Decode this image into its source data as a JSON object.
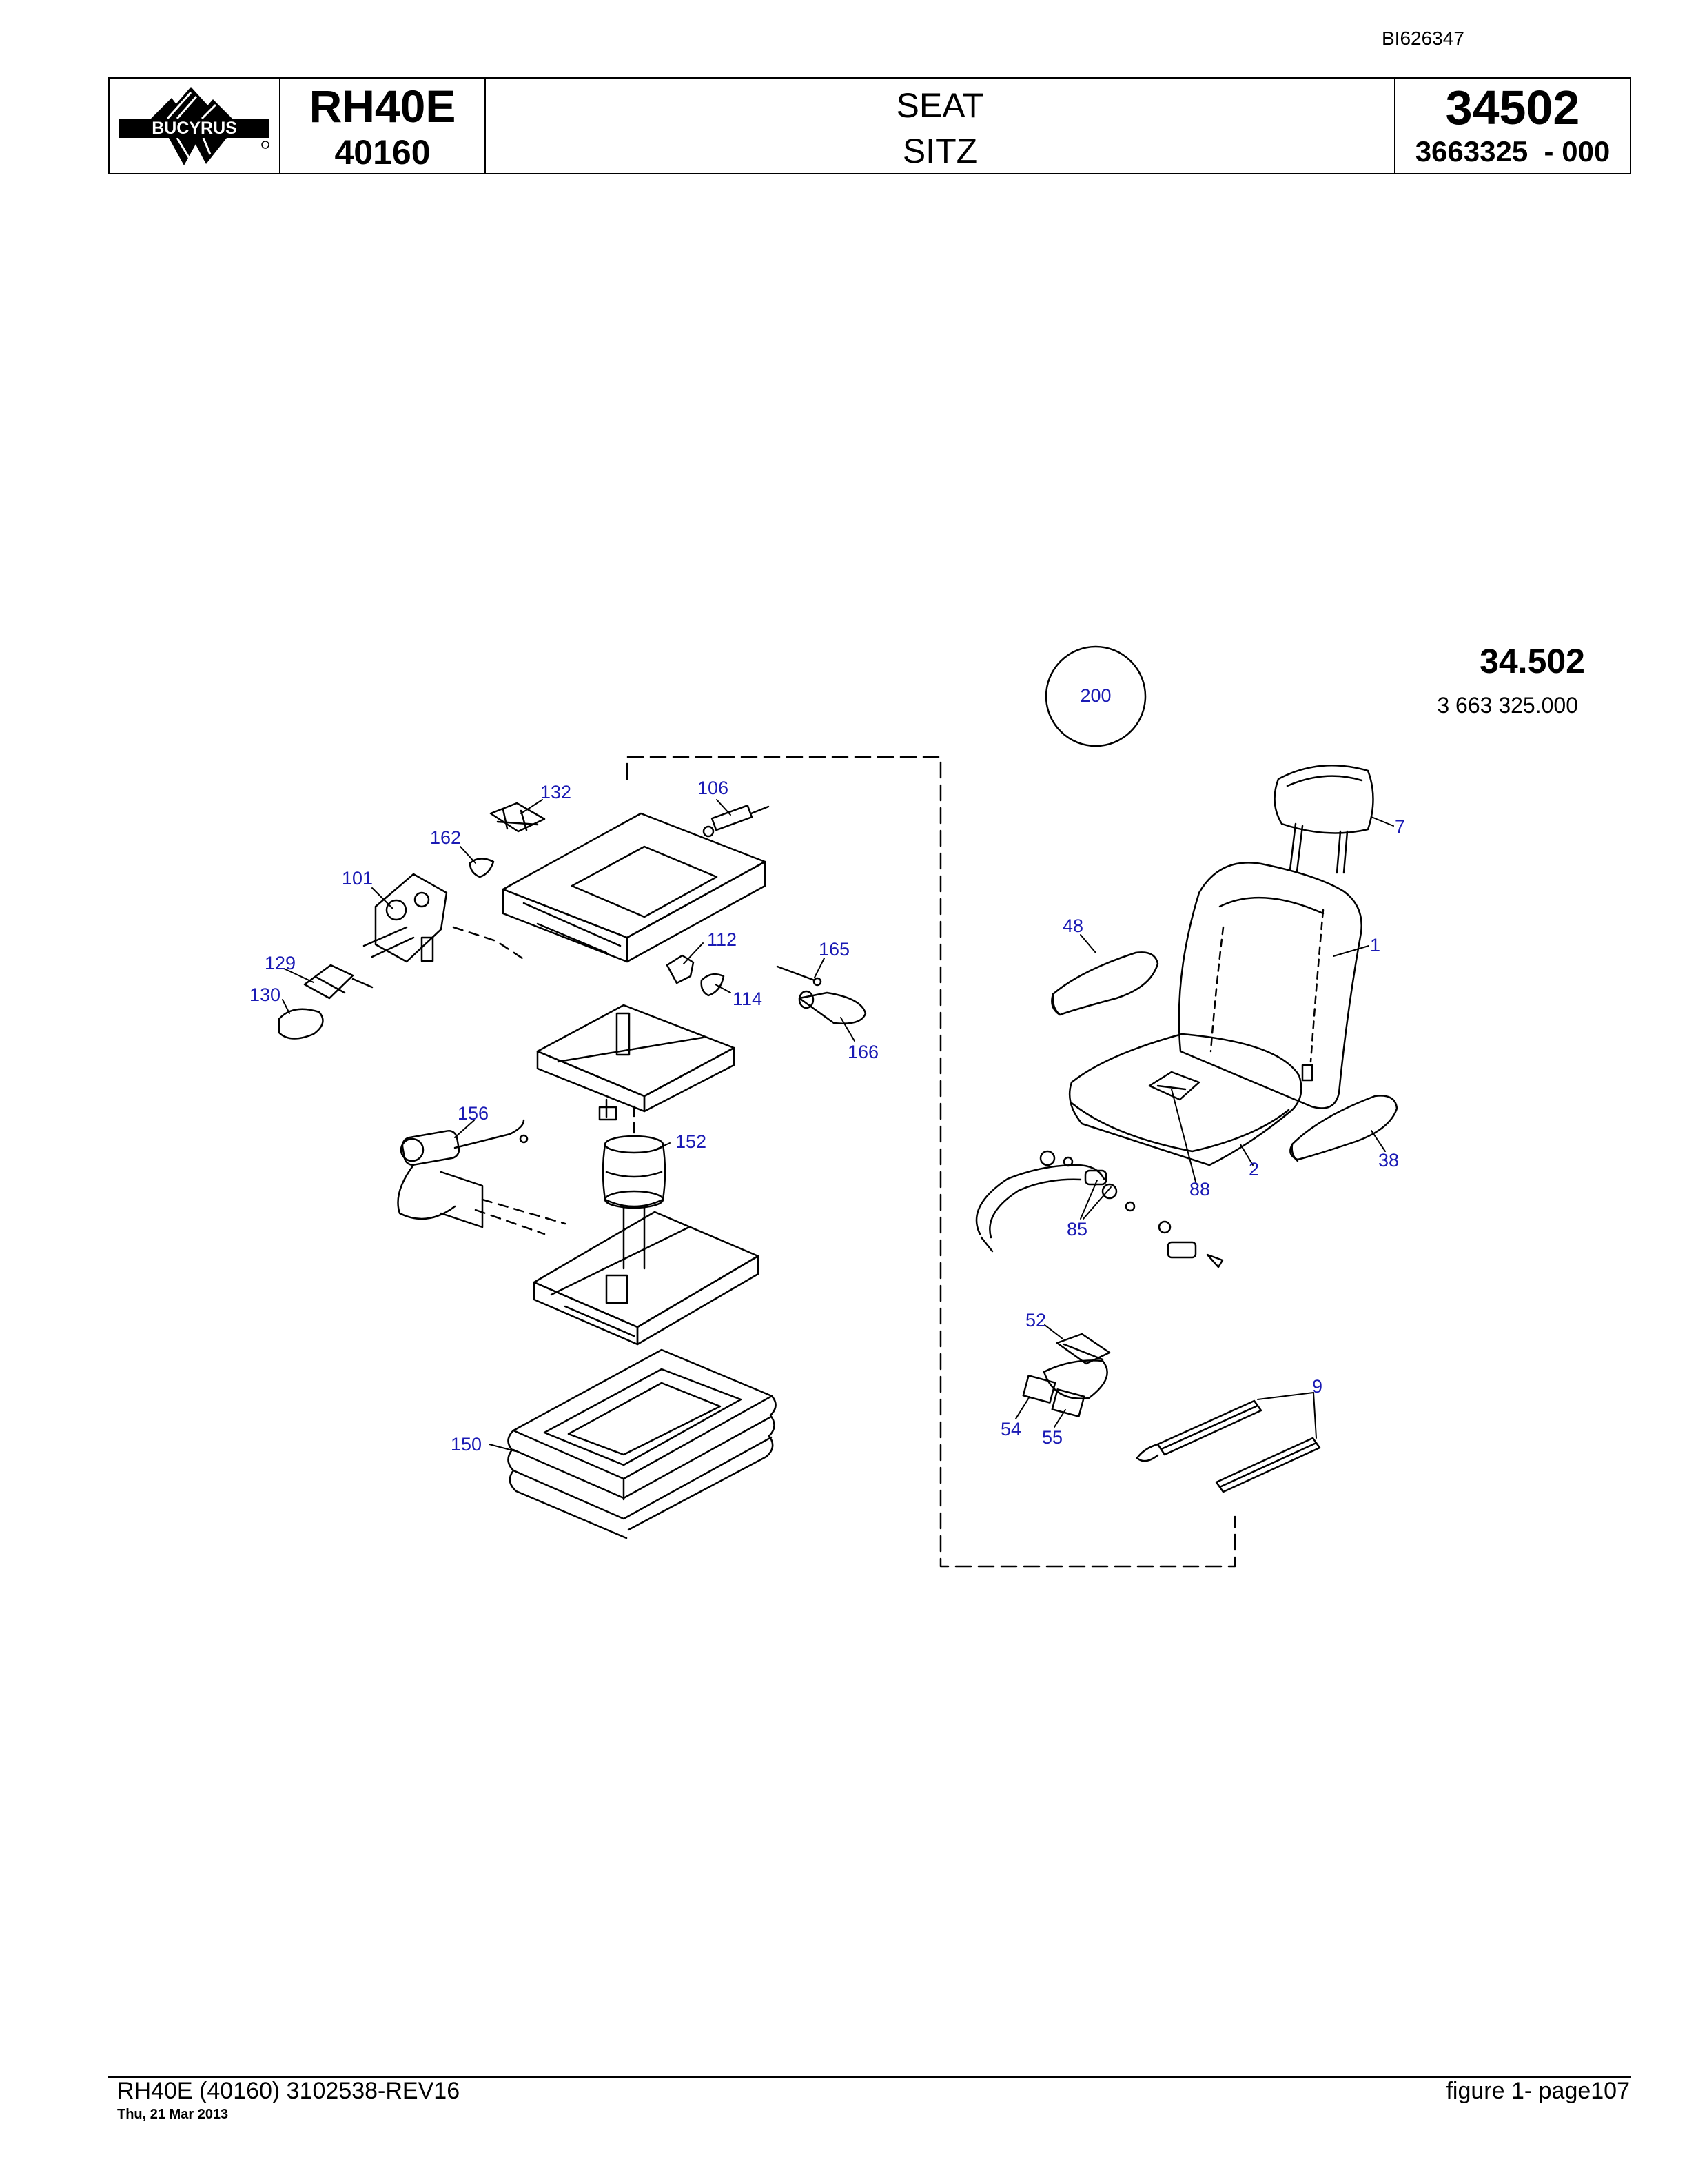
{
  "header": {
    "doc_id": "BI626347",
    "brand": "BUCYRUS",
    "model": "RH40E",
    "model_number": "40160",
    "title_en": "SEAT",
    "title_de": "SITZ",
    "group_number": "34502",
    "part_number": "3663325  - 000"
  },
  "figure": {
    "number": "34.502",
    "code": "3 663 325.000",
    "circle_label": "200"
  },
  "callouts": {
    "c132": "132",
    "c106": "106",
    "c162": "162",
    "c101": "101",
    "c129": "129",
    "c130": "130",
    "c112": "112",
    "c114": "114",
    "c165": "165",
    "c166": "166",
    "c156": "156",
    "c152": "152",
    "c150": "150",
    "c7": "7",
    "c48": "48",
    "c1": "1",
    "c38": "38",
    "c2": "2",
    "c88": "88",
    "c85": "85",
    "c52": "52",
    "c9": "9",
    "c54": "54",
    "c55": "55"
  },
  "footer": {
    "left": "RH40E (40160) 3102538-REV16",
    "date": "Thu, 21 Mar 2013",
    "right": "figure  1- page107"
  }
}
